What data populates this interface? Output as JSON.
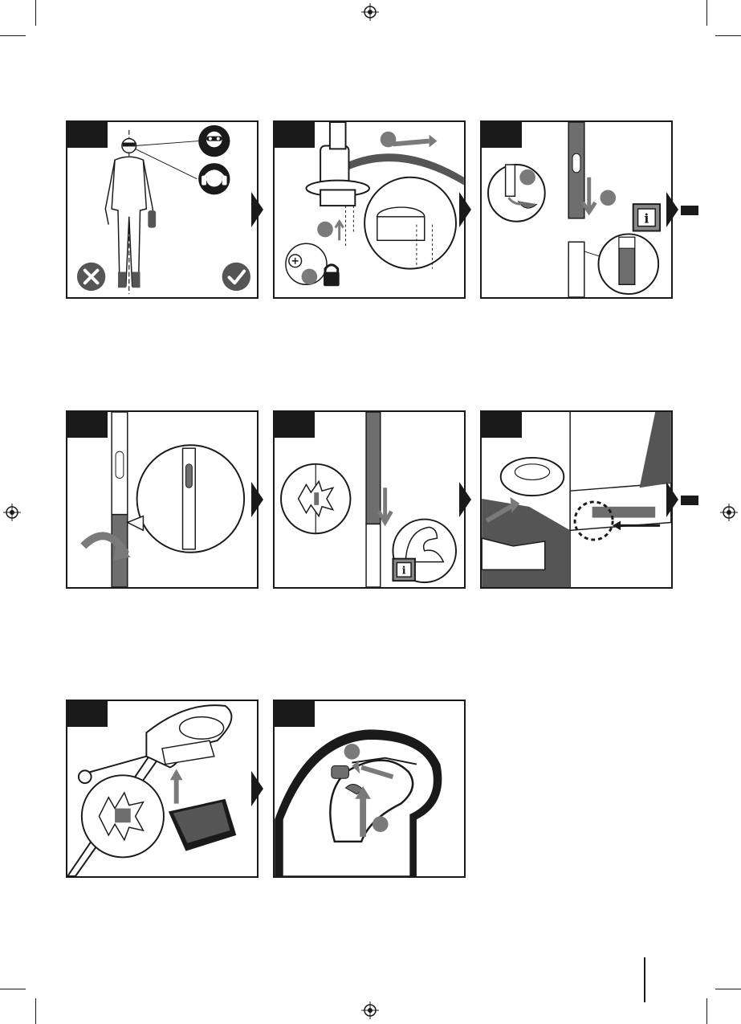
{
  "page": {
    "number": ""
  },
  "colors": {
    "ink": "#1a1a1a",
    "shaft": "#6e6e6e",
    "arrow": "#7a7a7a",
    "badge": "#888888",
    "paper": "#ffffff"
  },
  "steps": [
    {
      "id": "1",
      "tab_label": "",
      "illustration": "protective-equipment-person",
      "icons": [
        "goggles-icon",
        "ear-protection-icon",
        "wrong-icon",
        "correct-icon"
      ]
    },
    {
      "id": "2",
      "tab_label": "",
      "illustration": "guard-attachment-screws",
      "icons": [
        "screwdriver-icon",
        "lock-icon"
      ]
    },
    {
      "id": "3",
      "tab_label": "",
      "illustration": "remove-clip-insert-shaft",
      "icons": [
        "info-icon"
      ]
    },
    {
      "id": "4",
      "tab_label": "",
      "illustration": "rotate-shaft-align",
      "icons": []
    },
    {
      "id": "5",
      "tab_label": "",
      "illustration": "push-shaft-click",
      "icons": [
        "info-icon",
        "strength-icon"
      ]
    },
    {
      "id": "6",
      "tab_label": "",
      "illustration": "spool-guard-clip",
      "icons": []
    },
    {
      "id": "7",
      "tab_label": "",
      "illustration": "insert-battery",
      "icons": []
    },
    {
      "id": "8",
      "tab_label": "",
      "illustration": "switch-on-handle",
      "icons": []
    }
  ],
  "reference_blocks": [
    "",
    ""
  ]
}
